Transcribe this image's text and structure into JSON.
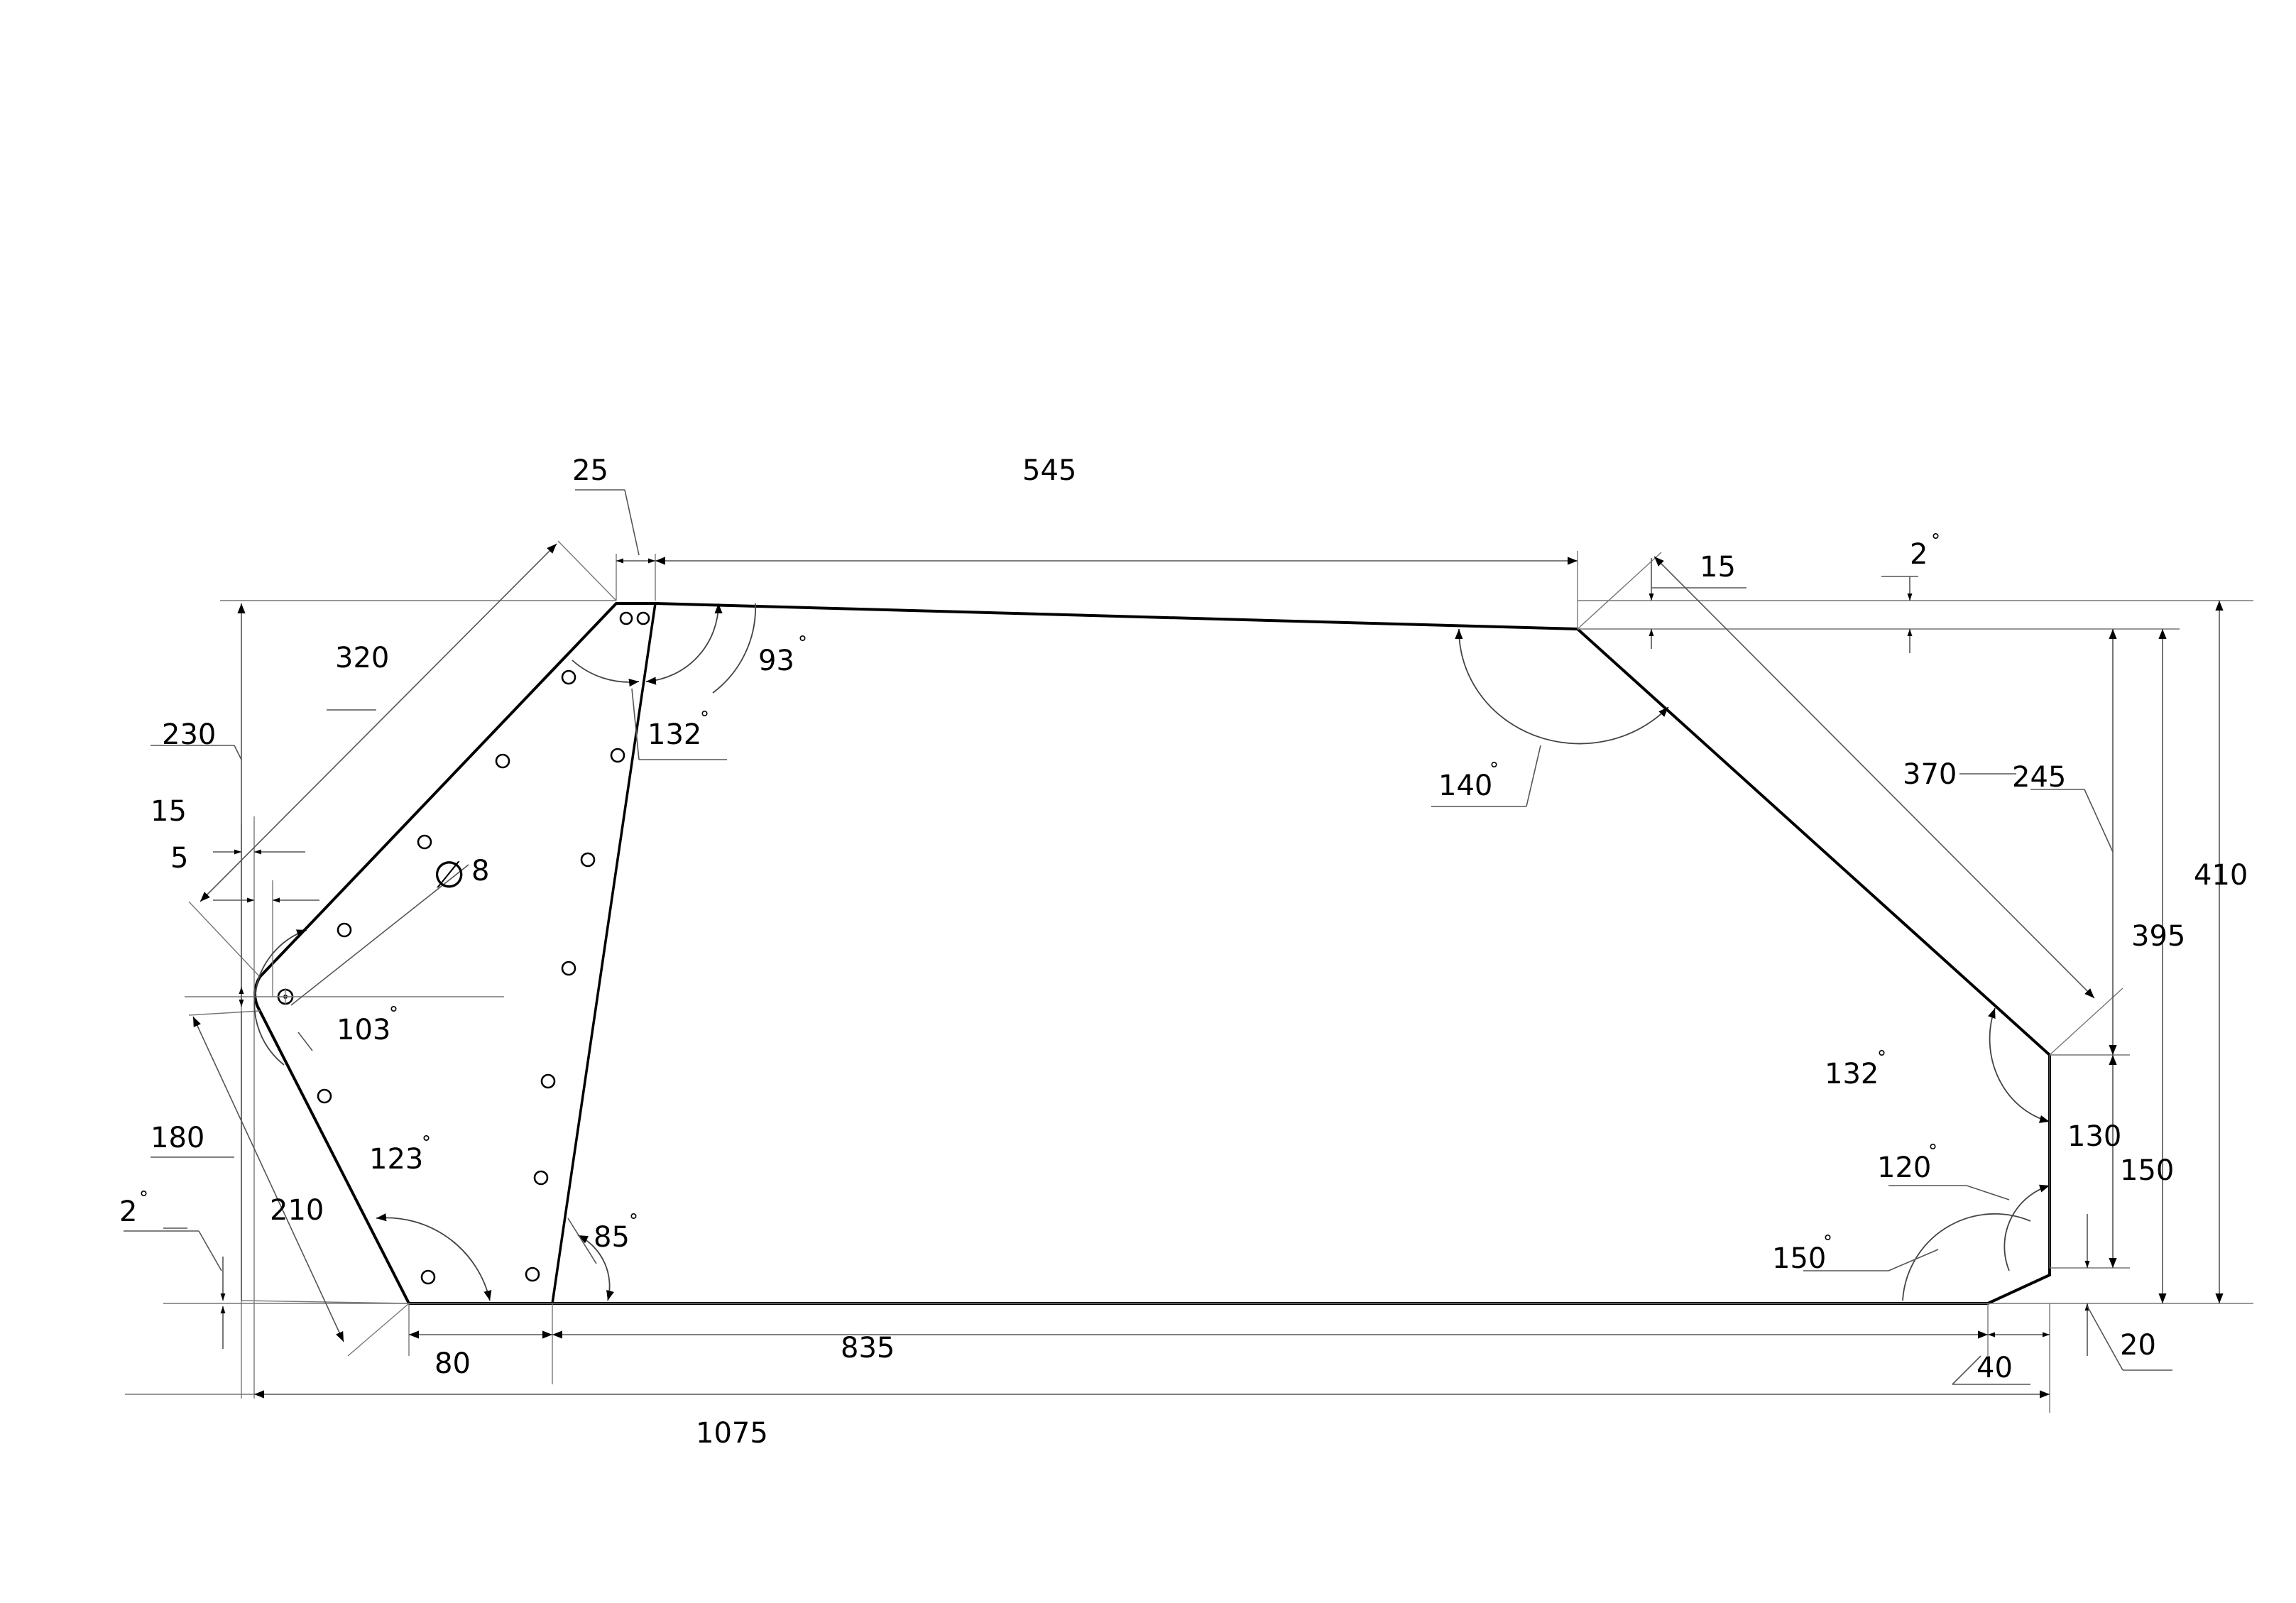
{
  "dimensions": {
    "top_flat": "545",
    "top_offset": "25",
    "upper_left_slope": "320",
    "left_upper_height": "230",
    "left_offset_15": "15",
    "left_offset_5": "5",
    "left_lower_height": "180",
    "lower_left_slope": "210",
    "left_angle_small": "2",
    "bottom_left_run": "80",
    "bottom_main": "835",
    "overall_width": "1075",
    "right_step_15": "15",
    "top_right_angle": "2",
    "right_slope": "370",
    "right_height_245": "245",
    "right_height_395": "395",
    "right_height_410": "410",
    "right_height_130": "130",
    "right_height_150": "150",
    "right_chamfer_20": "20",
    "right_chamfer_40": "40",
    "hole_diameter": "8"
  },
  "angles": {
    "top_inner": "93",
    "top_left": "132",
    "top_right": "140",
    "left_tip": "103",
    "bottom_left": "123",
    "bottom_inner": "85",
    "right_upper": "132",
    "right_lower": "120",
    "bottom_right": "150"
  },
  "symbols": {
    "diameter": "∅",
    "degree": "°"
  }
}
